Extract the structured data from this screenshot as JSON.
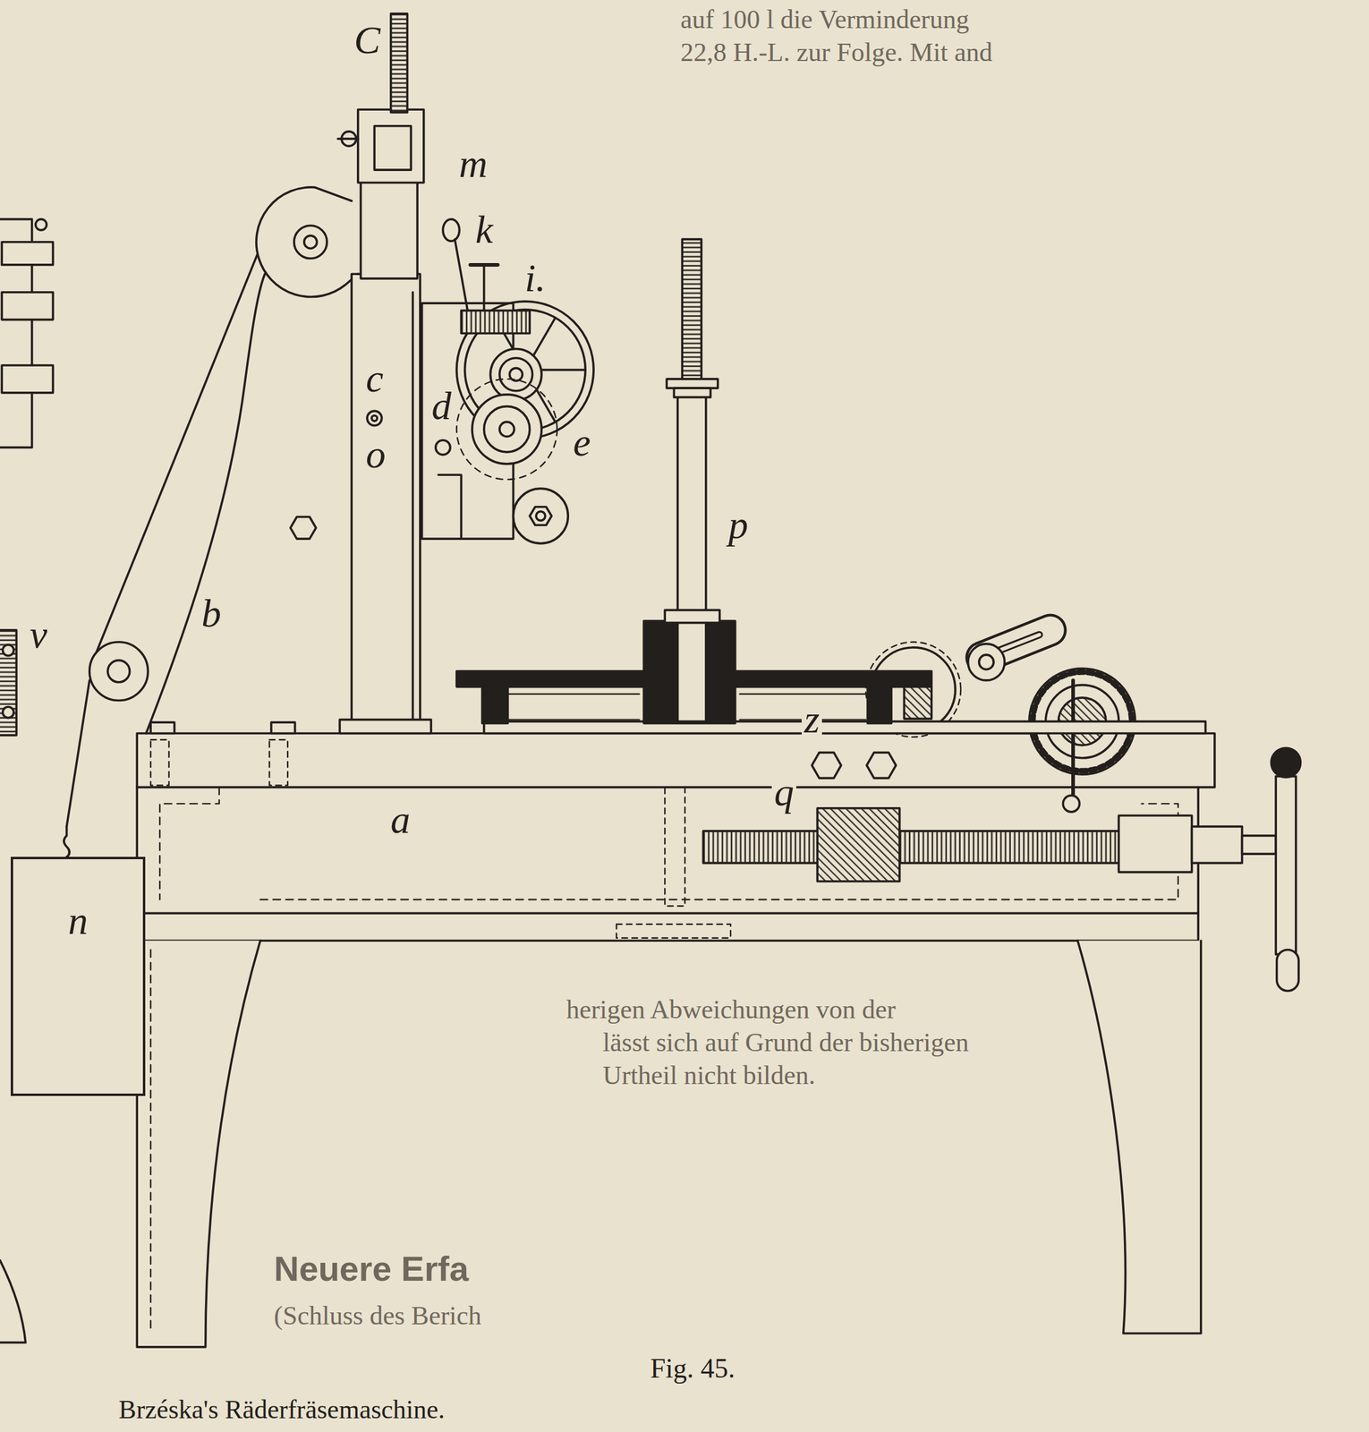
{
  "diagram": {
    "caption": "Brzéska's Räderfräsemaschine.",
    "nodes": [
      {
        "text": [
          "n"
        ]
      }
    ],
    "labels": [
      "C",
      "m",
      "k",
      "i.",
      "c",
      "d",
      "e",
      "o",
      "p",
      "b",
      "v",
      "z",
      "q",
      "a",
      "Fig. 45.",
      "auf 100 l die Verminderung",
      "22,8 H.-L. zur Folge. Mit and",
      "herigen Abweichungen von der",
      "lässt sich auf Grund der bisherigen",
      "Urtheil nicht bilden.",
      "Neuere Erfa",
      "(Schluss des Berich"
    ]
  }
}
